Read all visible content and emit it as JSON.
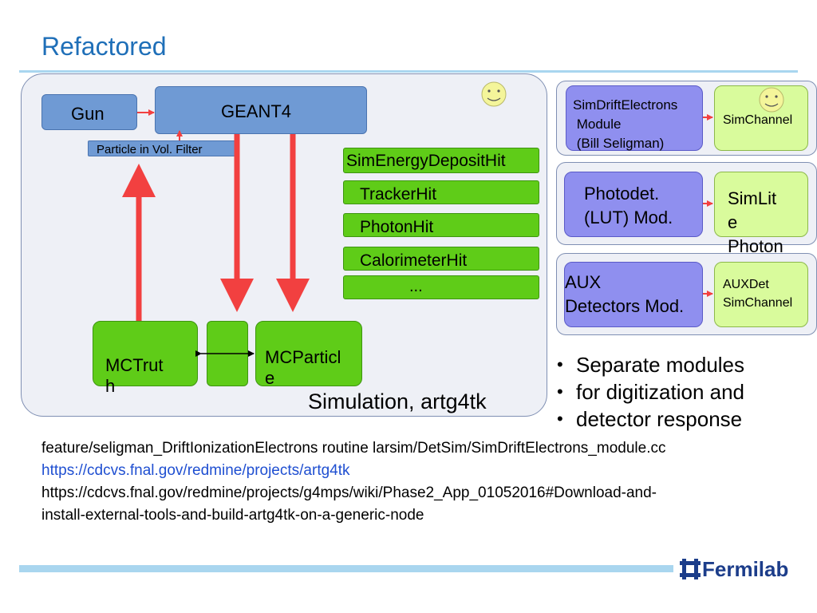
{
  "slide": {
    "title": "Refactored"
  },
  "sim_panel": {
    "gun": "Gun",
    "geant4": "GEANT4",
    "filter": "Particle in Vol. Filter",
    "sim_energy_deposit_hit": "SimEnergyDepositHit",
    "hits": [
      "TrackerHit",
      "PhotonHit",
      "CalorimeterHit",
      "..."
    ],
    "mctruth": "MCTrut\nh",
    "mcparticle": "MCParticl\ne",
    "caption": "Simulation, artg4tk"
  },
  "right_panels": {
    "drift_module": "SimDriftElectrons\n Module\n (Bill Seligman)",
    "simchannel": "SimChannel",
    "photodet_module": "Photodet.\n(LUT) Mod.",
    "simlite_photon": "SimLit\ne\nPhoton",
    "aux_module": "AUX\nDetectors Mod.",
    "aux_simchannel": "AUXDet\nSimChannel"
  },
  "bullets": [
    "Separate modules",
    "for digitization and",
    "detector response"
  ],
  "references": {
    "line1": "feature/seligman_DriftIonizationElectrons routine larsim/DetSim/SimDriftElectrons_module.cc",
    "link": "https://cdcvs.fnal.gov/redmine/projects/artg4tk",
    "line3a": "https://cdcvs.fnal.gov/redmine/projects/g4mps/wiki/Phase2_App_01052016#Download-and-",
    "line3b": "install-external-tools-and-build-artg4tk-on-a-generic-node"
  },
  "footer": {
    "logo_text": "Fermilab"
  },
  "colors": {
    "accent": "#1f6fb8",
    "arrow": "#f24040",
    "green": "#5fcc18",
    "blue": "#6f9ad4",
    "lilac": "#8f8fef",
    "lime": "#d9fb9c"
  }
}
